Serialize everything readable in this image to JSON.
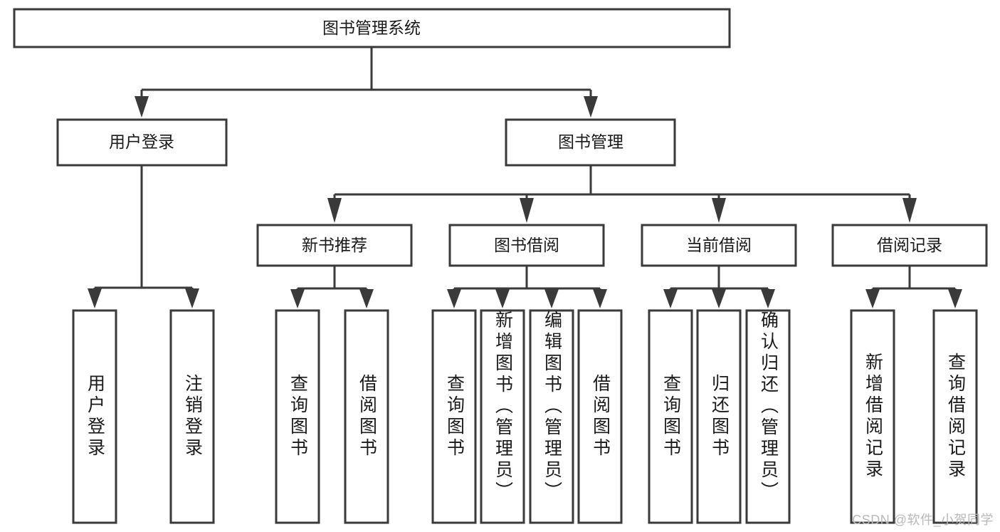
{
  "diagram": {
    "type": "tree",
    "title_node": {
      "label": "图书管理系统"
    },
    "level2": [
      {
        "label": "用户登录"
      },
      {
        "label": "图书管理"
      }
    ],
    "level3": [
      {
        "label": "新书推荐"
      },
      {
        "label": "图书借阅"
      },
      {
        "label": "当前借阅"
      },
      {
        "label": "借阅记录"
      }
    ],
    "leaves": {
      "user_login": [
        {
          "label": "用户登录"
        },
        {
          "label": "注销登录"
        }
      ],
      "new_book_recommend": [
        {
          "label": "查询图书"
        },
        {
          "label": "借阅图书"
        }
      ],
      "book_borrow": [
        {
          "label": "查询图书"
        },
        {
          "label": "新增图书（管理员）"
        },
        {
          "label": "编辑图书（管理员）"
        },
        {
          "label": "借阅图书"
        }
      ],
      "current_borrow": [
        {
          "label": "查询图书"
        },
        {
          "label": "归还图书"
        },
        {
          "label": "确认归还（管理员）"
        }
      ],
      "borrow_record": [
        {
          "label": "新增借阅记录"
        },
        {
          "label": "查询借阅记录"
        }
      ]
    }
  },
  "watermark": {
    "text": "CSDN @软件_小贺同学"
  },
  "colors": {
    "stroke": "#3a3a3a",
    "box_fill": "#ffffff",
    "text": "#1a1a1a",
    "watermark": "#b9b9b9",
    "background": "#ffffff"
  }
}
